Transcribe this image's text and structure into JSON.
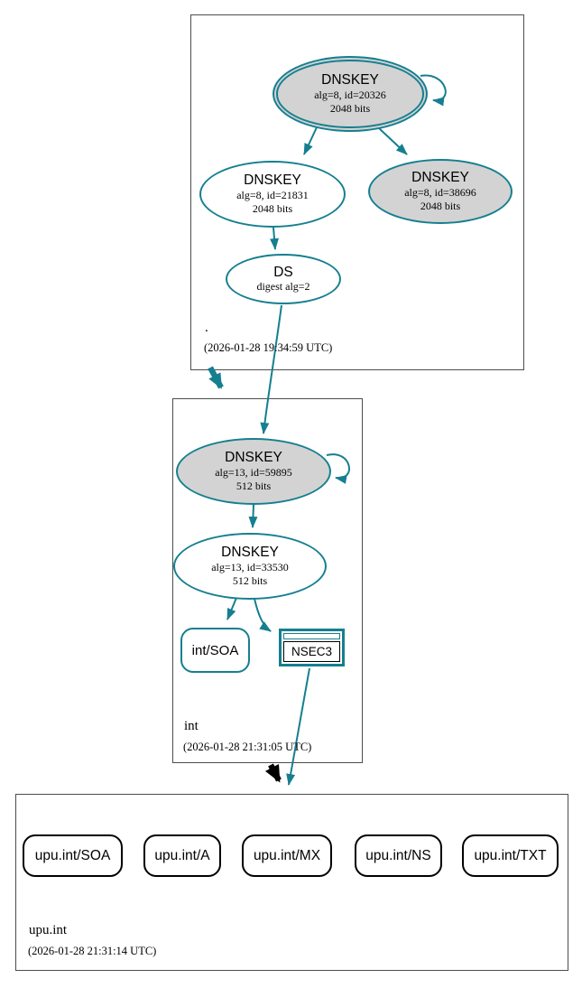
{
  "diagram": {
    "type": "dnssec-authentication-chain",
    "colors": {
      "secure_teal": "#157f90",
      "insecure_black": "#000000",
      "key_fill_gray": "#d3d3d3",
      "plain_fill": "#ffffff",
      "zone_border": "#4d4d4d"
    },
    "zones": {
      "root": {
        "label": ".",
        "timestamp": "(2026-01-28 19:34:59 UTC)",
        "ksk": {
          "title": "DNSKEY",
          "detail1": "alg=8, id=20326",
          "detail2": "2048 bits"
        },
        "zsk1": {
          "title": "DNSKEY",
          "detail1": "alg=8, id=21831",
          "detail2": "2048 bits"
        },
        "zsk2": {
          "title": "DNSKEY",
          "detail1": "alg=8, id=38696",
          "detail2": "2048 bits"
        },
        "ds": {
          "title": "DS",
          "detail1": "digest alg=2"
        }
      },
      "int": {
        "label": "int",
        "timestamp": "(2026-01-28 21:31:05 UTC)",
        "ksk": {
          "title": "DNSKEY",
          "detail1": "alg=13, id=59895",
          "detail2": "512 bits"
        },
        "zsk": {
          "title": "DNSKEY",
          "detail1": "alg=13, id=33530",
          "detail2": "512 bits"
        },
        "soa": {
          "label": "int/SOA"
        },
        "nsec3": {
          "label": "NSEC3"
        }
      },
      "upu_int": {
        "label": "upu.int",
        "timestamp": "(2026-01-28 21:31:14 UTC)",
        "rrsets": [
          {
            "label": "upu.int/SOA"
          },
          {
            "label": "upu.int/A"
          },
          {
            "label": "upu.int/MX"
          },
          {
            "label": "upu.int/NS"
          },
          {
            "label": "upu.int/TXT"
          }
        ]
      }
    }
  }
}
